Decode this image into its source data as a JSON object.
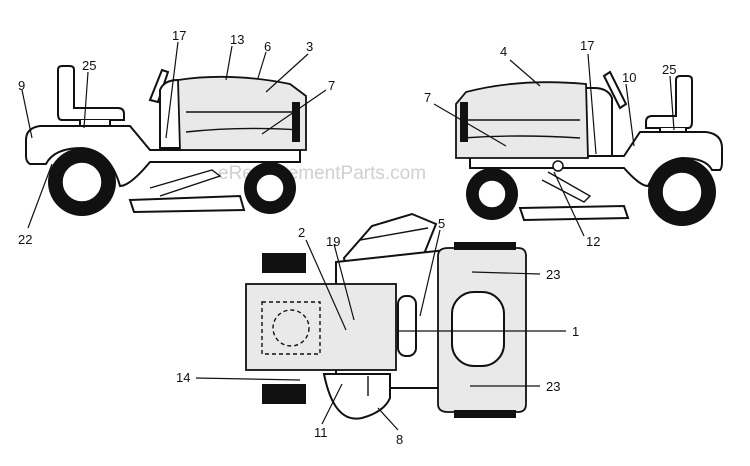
{
  "watermark": "eReplacementParts.com",
  "callouts": {
    "c9": "9",
    "c25_left": "25",
    "c17_left": "17",
    "c13": "13",
    "c6": "6",
    "c3": "3",
    "c7_left": "7",
    "c22": "22",
    "c4": "4",
    "c17_right": "17",
    "c10": "10",
    "c25_right": "25",
    "c7_right": "7",
    "c12": "12",
    "c2": "2",
    "c19": "19",
    "c5": "5",
    "c23_top": "23",
    "c1": "1",
    "c14": "14",
    "c23_bottom": "23",
    "c11": "11",
    "c8": "8"
  }
}
